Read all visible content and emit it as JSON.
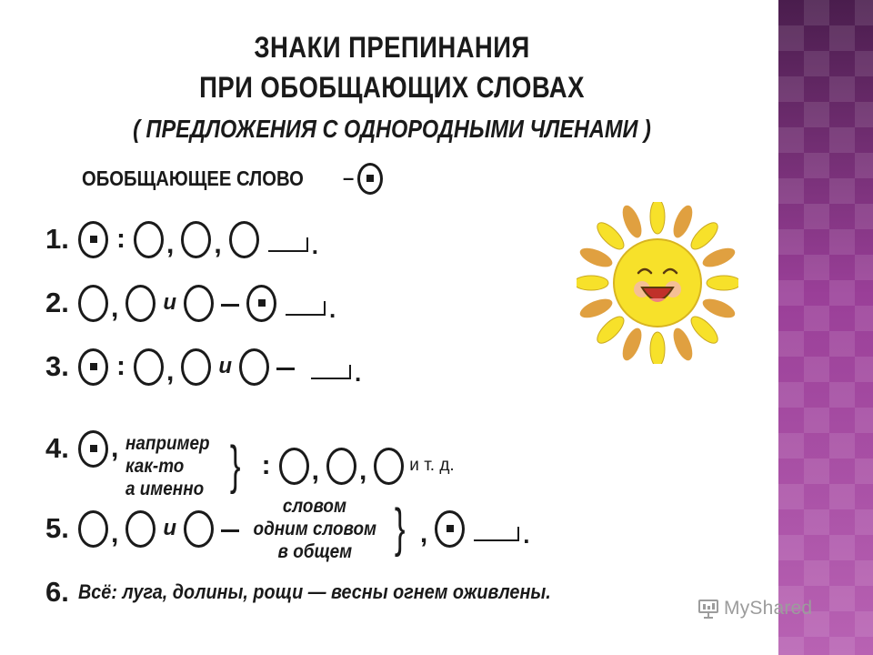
{
  "slide": {
    "title_line1": "ЗНАКИ ПРЕПИНАНИЯ",
    "title_line2": "ПРИ ОБОБЩАЮЩИХ СЛОВАХ",
    "subtitle": "( ПРЕДЛОЖЕНИЯ С ОДНОРОДНЫМИ ЧЛЕНАМИ )",
    "legend_label": "ОБОБЩАЮЩЕЕ СЛОВО",
    "legend_dash": "–"
  },
  "schemes": [
    {
      "number": "1.",
      "colon": ":",
      "comma1": ",",
      "comma2": ",",
      "end": "."
    },
    {
      "number": "2.",
      "comma1": ",",
      "conj": "и",
      "end": "."
    },
    {
      "number": "3.",
      "colon": ":",
      "comma1": ",",
      "conj": "и",
      "end": "."
    },
    {
      "number": "4.",
      "comma_after_key": ",",
      "words": [
        "например",
        "как-то",
        "а именно"
      ],
      "colon": ":",
      "comma1": ",",
      "comma2": ",",
      "etc": "и т. д."
    },
    {
      "number": "5.",
      "comma1": ",",
      "conj": "и",
      "words": [
        "словом",
        "одним словом",
        "в общем"
      ],
      "comma_after_brace": ",",
      "end": "."
    },
    {
      "number": "6.",
      "text": "Всё: луга, долины, рощи — весны огнем оживлены."
    }
  ],
  "watermark": {
    "text": "MyShared",
    "icon": "presentation-board-icon"
  },
  "colors": {
    "purple_strip": "#8e3a8f",
    "text": "#1a1a1a",
    "sun_yellow": "#f7e12a",
    "sun_orange": "#e0a040",
    "watermark_gray": "#9c9c9c"
  }
}
